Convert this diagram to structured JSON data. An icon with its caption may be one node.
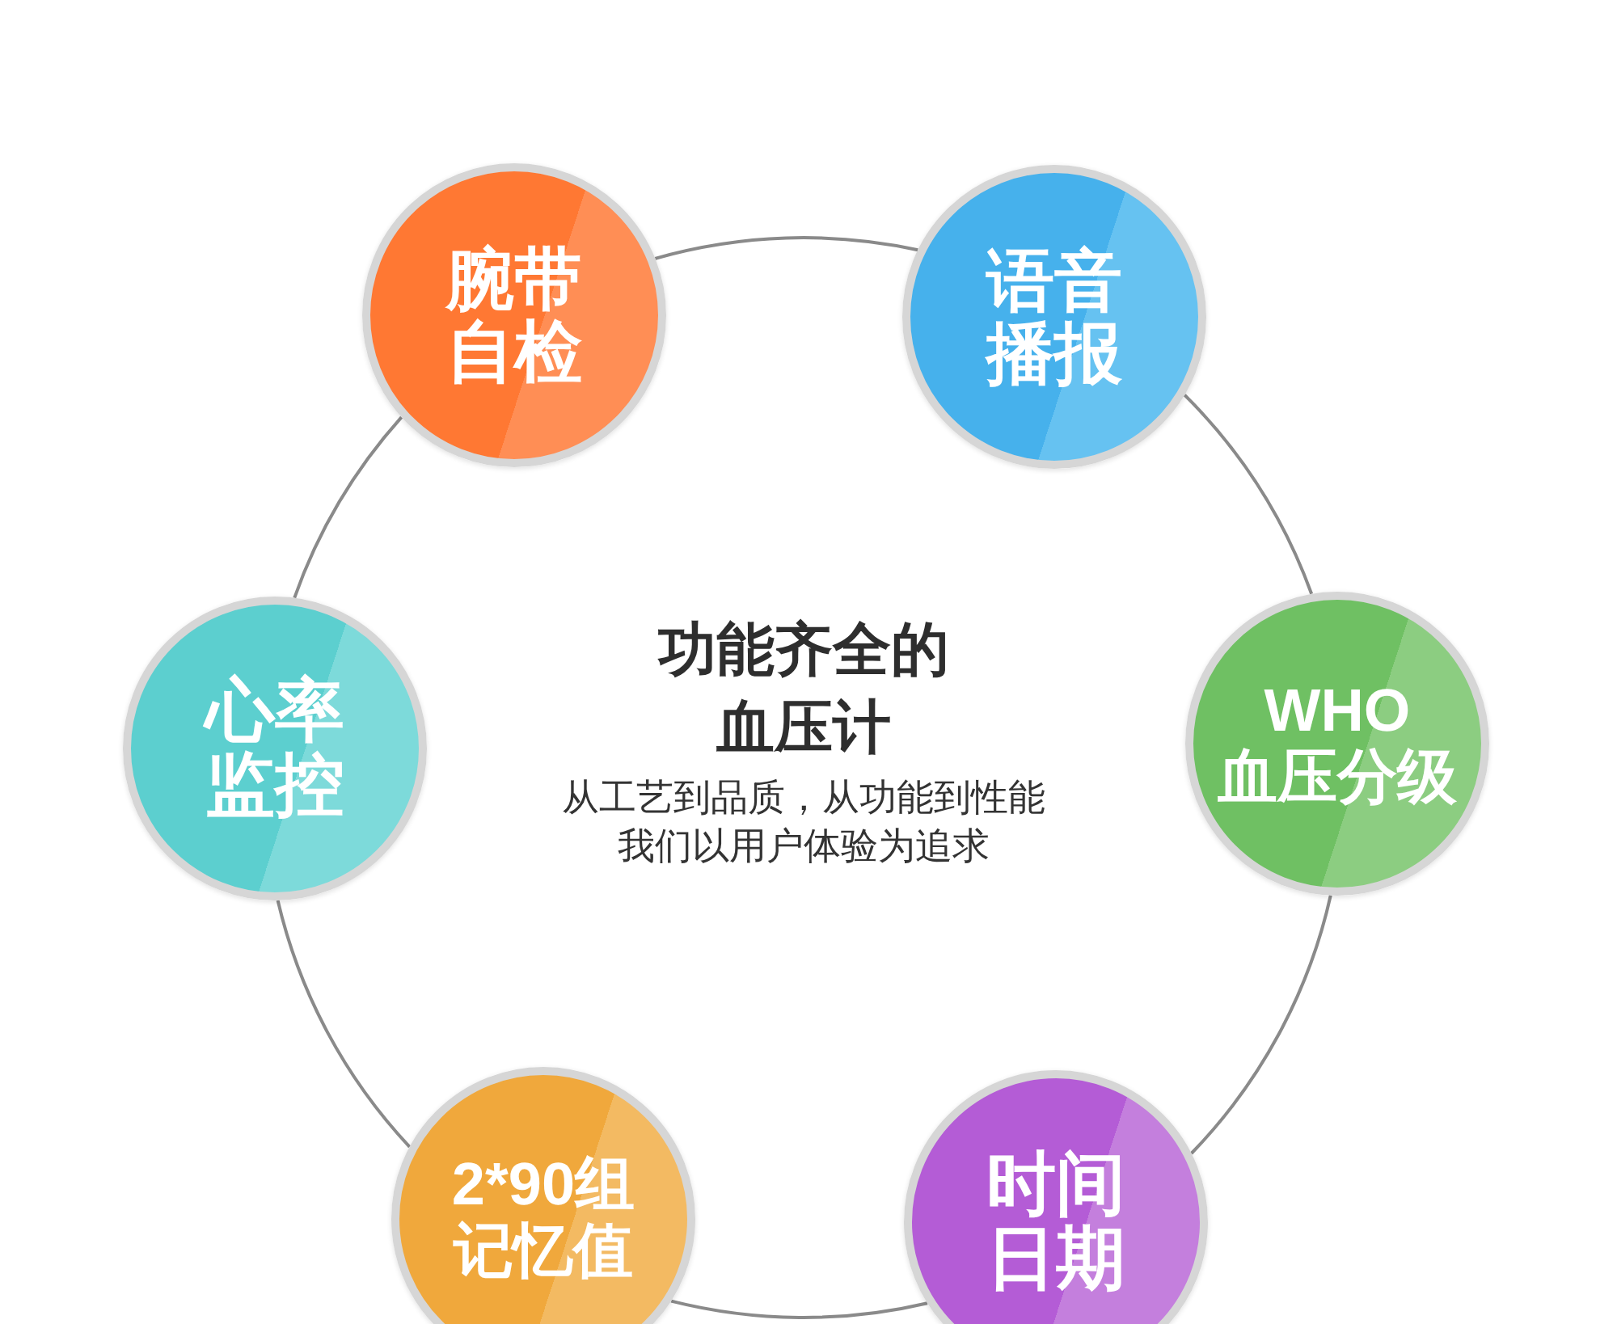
{
  "diagram": {
    "title": "功能齐全的血压计",
    "nodes": [
      {
        "text": [
          "腕带自检"
        ]
      },
      {
        "text": [
          "语音播报"
        ]
      },
      {
        "text": [
          "心率监控"
        ]
      },
      {
        "text": [
          "WHO 血压分级"
        ]
      },
      {
        "text": [
          "2*90组记忆值"
        ]
      },
      {
        "text": [
          "时间日期"
        ]
      }
    ],
    "edges": [
      {
        "from": 0,
        "to": 1,
        "arrow": "none"
      },
      {
        "from": 1,
        "to": 3,
        "arrow": "none"
      },
      {
        "from": 3,
        "to": 5,
        "arrow": "none"
      },
      {
        "from": 5,
        "to": 4,
        "arrow": "none"
      },
      {
        "from": 4,
        "to": 2,
        "arrow": "none"
      },
      {
        "from": 2,
        "to": 0,
        "arrow": "none"
      }
    ],
    "labels": [
      "从工艺到品质，从功能到性能我们以用户体验为追求"
    ]
  }
}
